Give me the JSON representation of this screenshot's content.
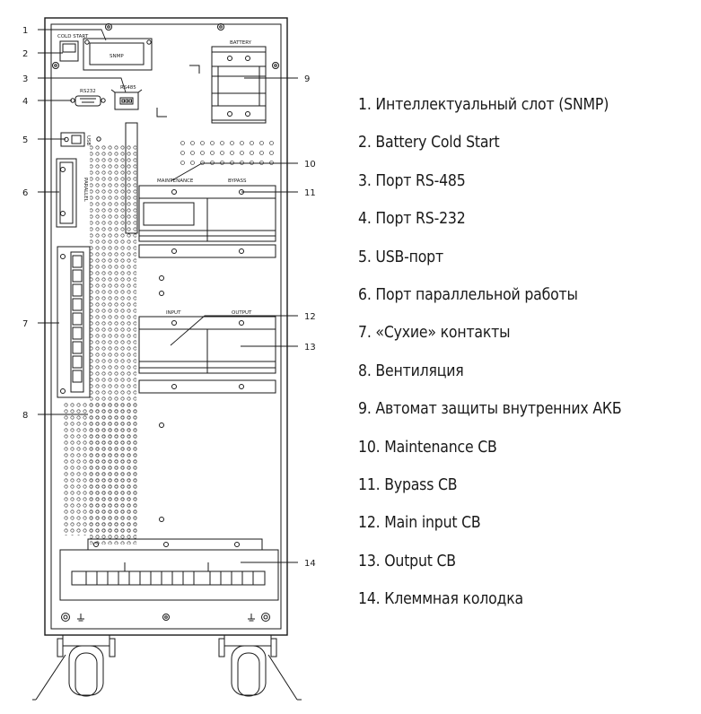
{
  "panel_labels": {
    "cold_start": "COLD START",
    "snmp": "SNMP",
    "battery": "BATTERY",
    "rs232": "RS232",
    "rs485": "RS485",
    "usb": "USB",
    "parallel": "PARALLEL",
    "maintenance": "MAINTENANCE",
    "bypass": "BYPASS",
    "input": "INPUT",
    "output": "OUTPUT"
  },
  "callouts": [
    "1",
    "2",
    "3",
    "4",
    "5",
    "6",
    "7",
    "8",
    "9",
    "10",
    "11",
    "12",
    "13",
    "14"
  ],
  "legend": [
    "1. Интеллектуальный слот (SNMP)",
    "2. Battery Cold Start",
    "3. Порт RS-485",
    "4. Порт RS-232",
    "5. USB-порт",
    "6. Порт параллельной работы",
    "7. «Сухие» контакты",
    "8. Вентиляция",
    "9. Автомат защиты внутренних АКБ",
    "10. Maintenance CB",
    "11. Bypass CB",
    "12. Main input CB",
    "13. Output CB",
    "14. Клеммная колодка"
  ],
  "colors": {
    "line": "#1a1a1a",
    "background": "#ffffff"
  }
}
